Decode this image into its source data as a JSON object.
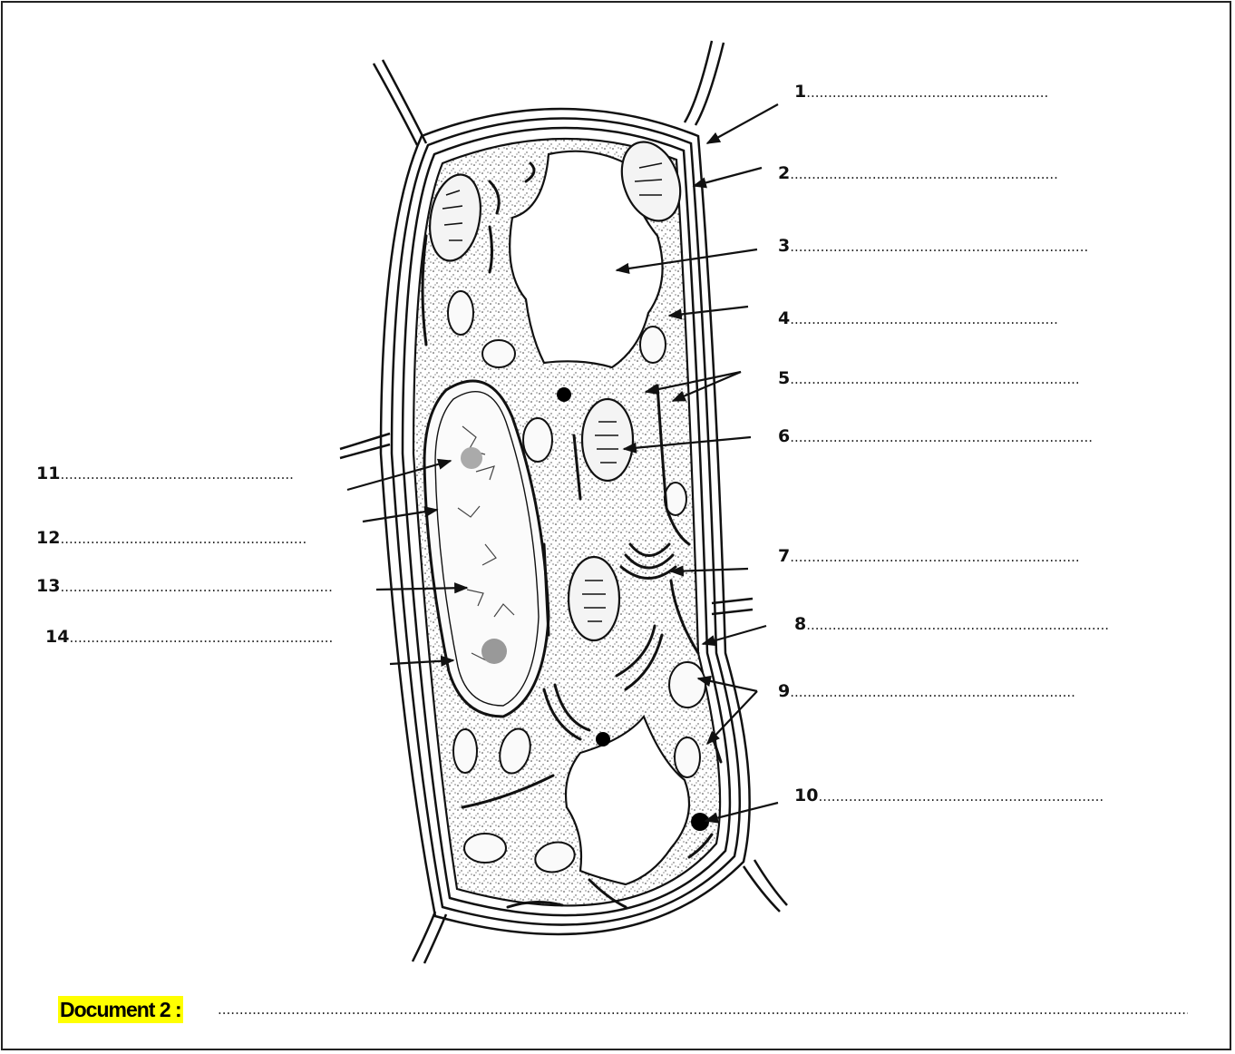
{
  "labels": [
    {
      "num": "1"
    },
    {
      "num": "2"
    },
    {
      "num": "3"
    },
    {
      "num": "4"
    },
    {
      "num": "5"
    },
    {
      "num": "6"
    },
    {
      "num": "7"
    },
    {
      "num": "8"
    },
    {
      "num": "9"
    },
    {
      "num": "10"
    },
    {
      "num": "11"
    },
    {
      "num": "12"
    },
    {
      "num": "13"
    },
    {
      "num": "14"
    }
  ],
  "document": {
    "title": "Document 2 :"
  }
}
